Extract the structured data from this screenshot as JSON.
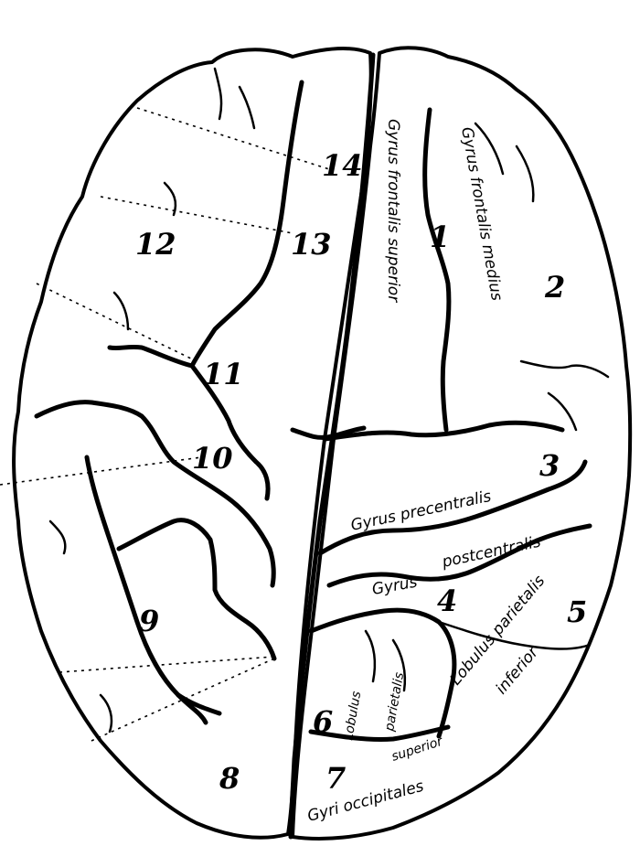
{
  "numbers": {
    "n1": "1",
    "n2": "2",
    "n3": "3",
    "n4": "4",
    "n5": "5",
    "n6": "6",
    "n7": "7",
    "n8": "8",
    "n9": "9",
    "n10": "10",
    "n11": "11",
    "n12": "12",
    "n13": "13",
    "n14": "14"
  },
  "labels": {
    "gyrus_frontalis_superior": "Gyrus frontalis superior",
    "gyrus_frontalis_medius": "Gyrus frontalis medius",
    "gyrus_precentralis": "Gyrus precentralis",
    "gyrus": "Gyrus",
    "postcentralis": "postcentralis",
    "lobulus_parietalis_inferior_1": "Lobulus parietalis",
    "lobulus_parietalis_inferior_2": "inferior",
    "lobulus": "Lobulus",
    "parietalis": "parietalis",
    "superior": "superior",
    "gyri_occipitales": "Gyri occipitales"
  }
}
